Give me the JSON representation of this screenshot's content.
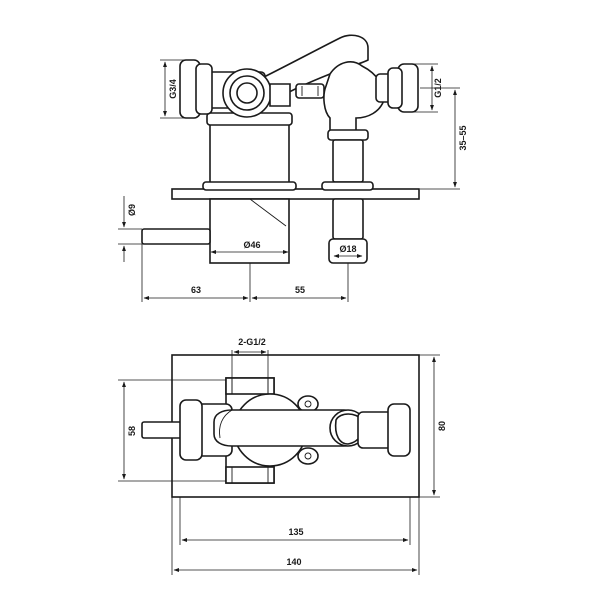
{
  "side_view": {
    "dims": {
      "inlet_thread": "G3/4",
      "outlet_thread": "G1/2",
      "wall_depth": "35–55",
      "lever_diameter": "Ø9",
      "body_diameter": "Ø46",
      "spout_diameter": "Ø18",
      "lever_length": "63",
      "center_distance": "55"
    }
  },
  "top_view": {
    "dims": {
      "connections": "2-G1/2",
      "plate_height_inner": "58",
      "plate_height_outer": "80",
      "plate_width_inner": "135",
      "plate_width_outer": "140"
    }
  }
}
